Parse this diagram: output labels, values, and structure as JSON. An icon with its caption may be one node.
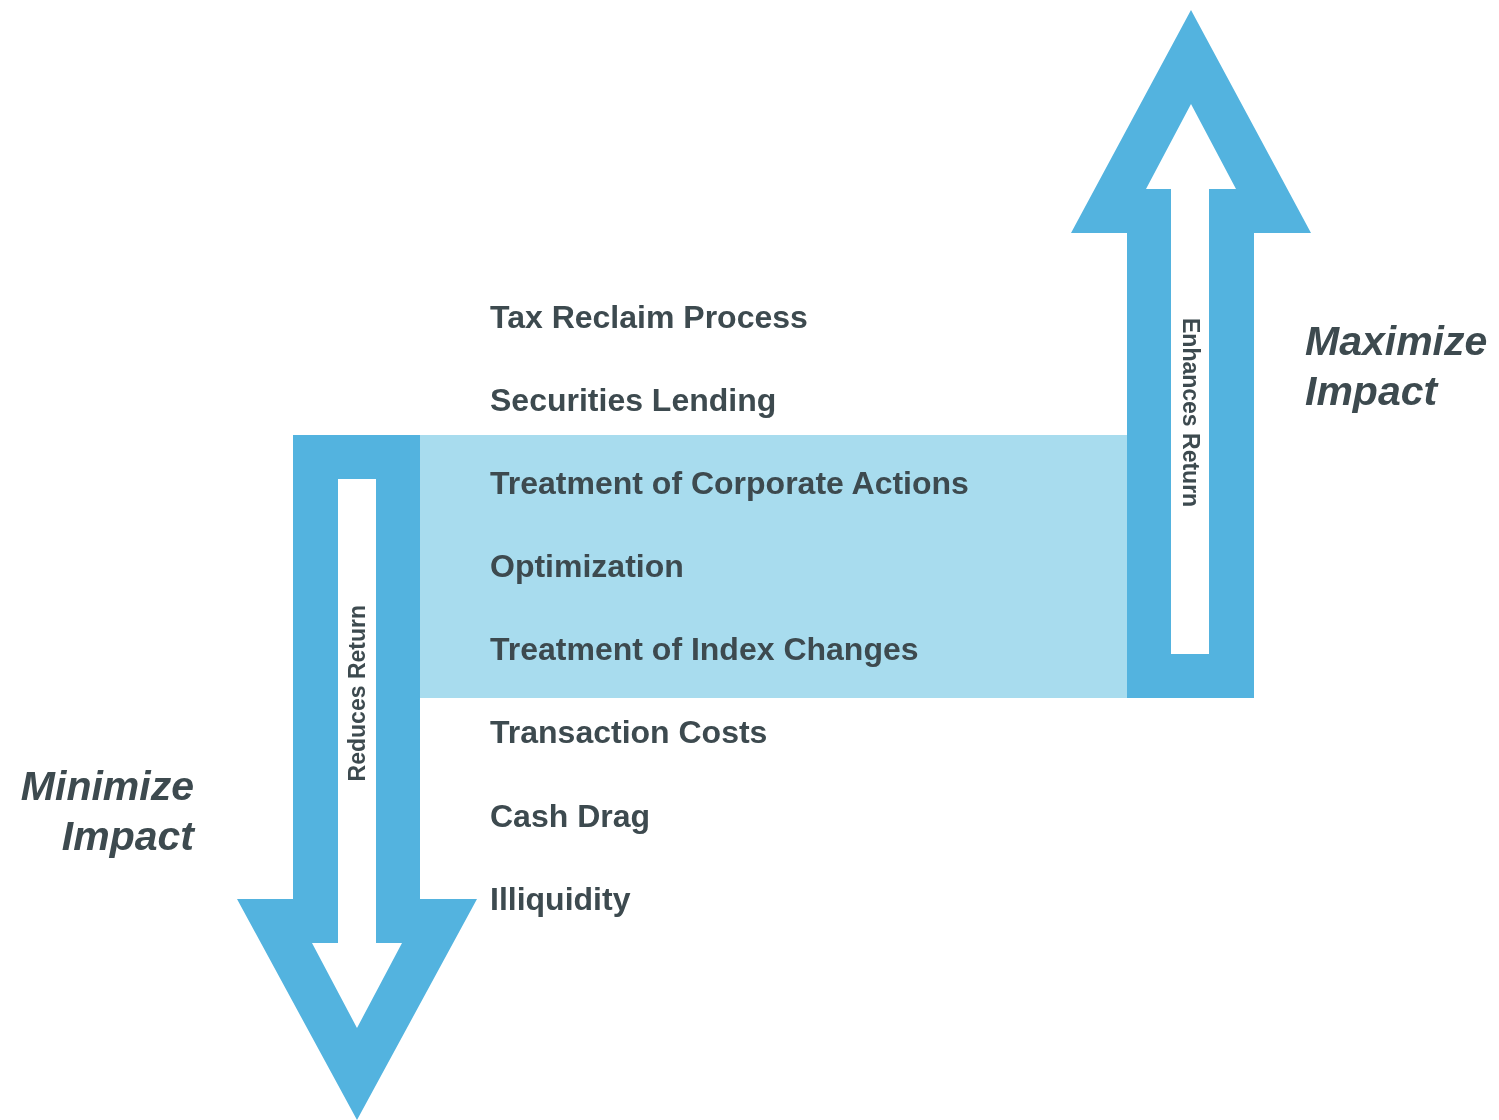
{
  "diagram": {
    "nodes": [
      {
        "text": [
          "Treatment of Corporate Actions",
          "Optimization",
          "Treatment of Index Changes"
        ]
      },
      {
        "text": [
          "Reduces Return"
        ]
      },
      {
        "text": [
          "Enhances Return"
        ]
      }
    ],
    "labels": [
      "Tax Reclaim Process",
      "Securities Lending",
      "Maximize Impact",
      "Transaction Costs",
      "Minimize Impact",
      "Cash Drag",
      "Illiquidity"
    ]
  }
}
